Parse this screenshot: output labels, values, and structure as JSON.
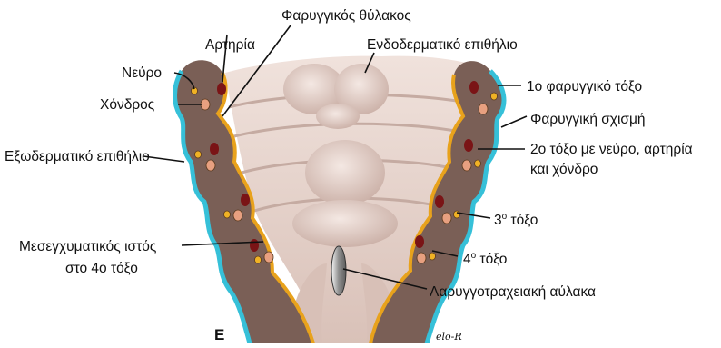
{
  "figure": {
    "panel_letter": "E",
    "signature": "elo-R",
    "labels": {
      "pharyngeal_pouch": "Φαρυγγικός θύλακος",
      "artery": "Αρτηρία",
      "endodermal_epithelium": "Ενδοδερματικό επιθήλιο",
      "nerve": "Νεύρο",
      "first_arch": "1ο φαρυγγικό τόξο",
      "cartilage": "Χόνδρος",
      "pharyngeal_cleft": "Φαρυγγική σχισμή",
      "second_arch_line1": "2ο τόξο με νεύρο, αρτηρία",
      "second_arch_line2": "και χόνδρο",
      "ectodermal_epithelium": "Εξωδερματικό επιθήλιο",
      "third_arch_num": "3",
      "third_arch_sup": "ο",
      "third_arch_word": "τόξο",
      "mesenchyme_line1": "Μεσεγχυματικός ιστός",
      "mesenchyme_line2": "στο 4ο τόξο",
      "fourth_arch_num": "4",
      "fourth_arch_sup": "ο",
      "fourth_arch_word": "τόξο",
      "laryngotracheal_groove": "Λαρυγγοτραχειακή αύλακα"
    },
    "colors": {
      "mesenchyme": "#7a5f56",
      "endoderm_orange": "#e8a21c",
      "ectoderm_cyan": "#36c0d8",
      "floor": "#e4cfc7",
      "floor_shadow": "#bda39a",
      "artery": "#7a1416",
      "cartilage": "#e8a080",
      "nerve": "#f0b225"
    }
  }
}
